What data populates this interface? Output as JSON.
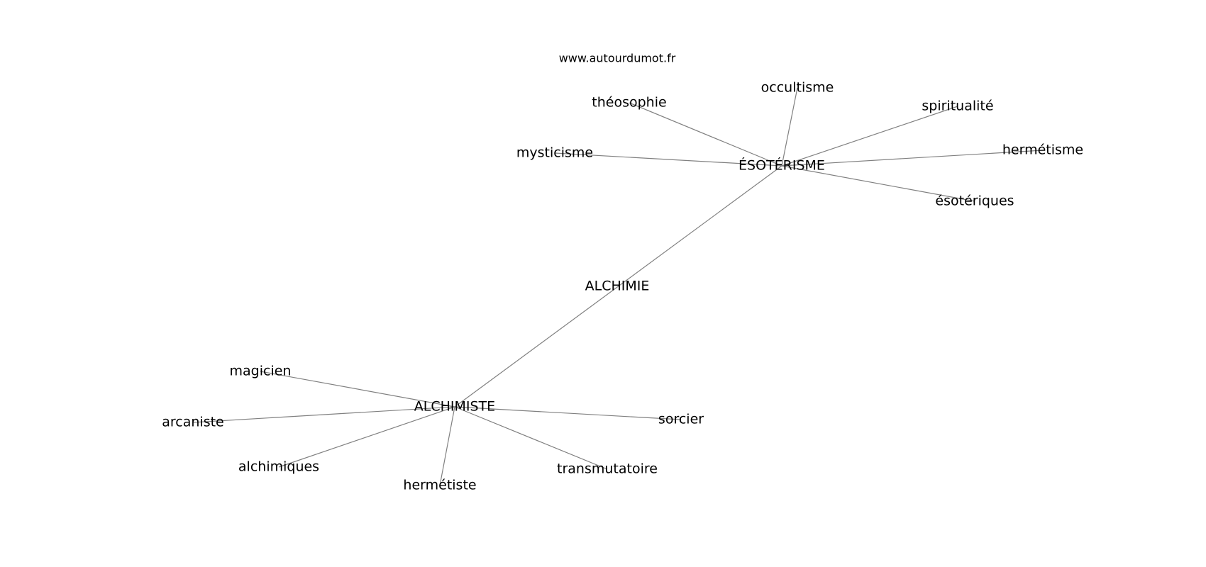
{
  "source": "www.autourdumot.fr",
  "graph": {
    "nodes": [
      {
        "id": "alchimie",
        "label": "ALCHIMIE"
      },
      {
        "id": "esoterisme",
        "label": "ÉSOTÉRISME"
      },
      {
        "id": "alchimiste",
        "label": "ALCHIMISTE"
      },
      {
        "id": "theosophie",
        "label": "théosophie"
      },
      {
        "id": "occultisme",
        "label": "occultisme"
      },
      {
        "id": "spiritualite",
        "label": "spiritualité"
      },
      {
        "id": "mysticisme",
        "label": "mysticisme"
      },
      {
        "id": "hermetisme",
        "label": "hermétisme"
      },
      {
        "id": "esoteriques",
        "label": "ésotériques"
      },
      {
        "id": "magicien",
        "label": "magicien"
      },
      {
        "id": "arcaniste",
        "label": "arcaniste"
      },
      {
        "id": "sorcier",
        "label": "sorcier"
      },
      {
        "id": "alchimiques",
        "label": "alchimiques"
      },
      {
        "id": "transmutatoire",
        "label": "transmutatoire"
      },
      {
        "id": "hermetiste",
        "label": "hermétiste"
      }
    ],
    "edges": [
      [
        "esoterisme",
        "alchimiste"
      ],
      [
        "esoterisme",
        "theosophie"
      ],
      [
        "esoterisme",
        "occultisme"
      ],
      [
        "esoterisme",
        "spiritualite"
      ],
      [
        "esoterisme",
        "mysticisme"
      ],
      [
        "esoterisme",
        "hermetisme"
      ],
      [
        "esoterisme",
        "esoteriques"
      ],
      [
        "alchimiste",
        "magicien"
      ],
      [
        "alchimiste",
        "arcaniste"
      ],
      [
        "alchimiste",
        "sorcier"
      ],
      [
        "alchimiste",
        "alchimiques"
      ],
      [
        "alchimiste",
        "transmutatoire"
      ],
      [
        "alchimiste",
        "hermetiste"
      ]
    ]
  }
}
